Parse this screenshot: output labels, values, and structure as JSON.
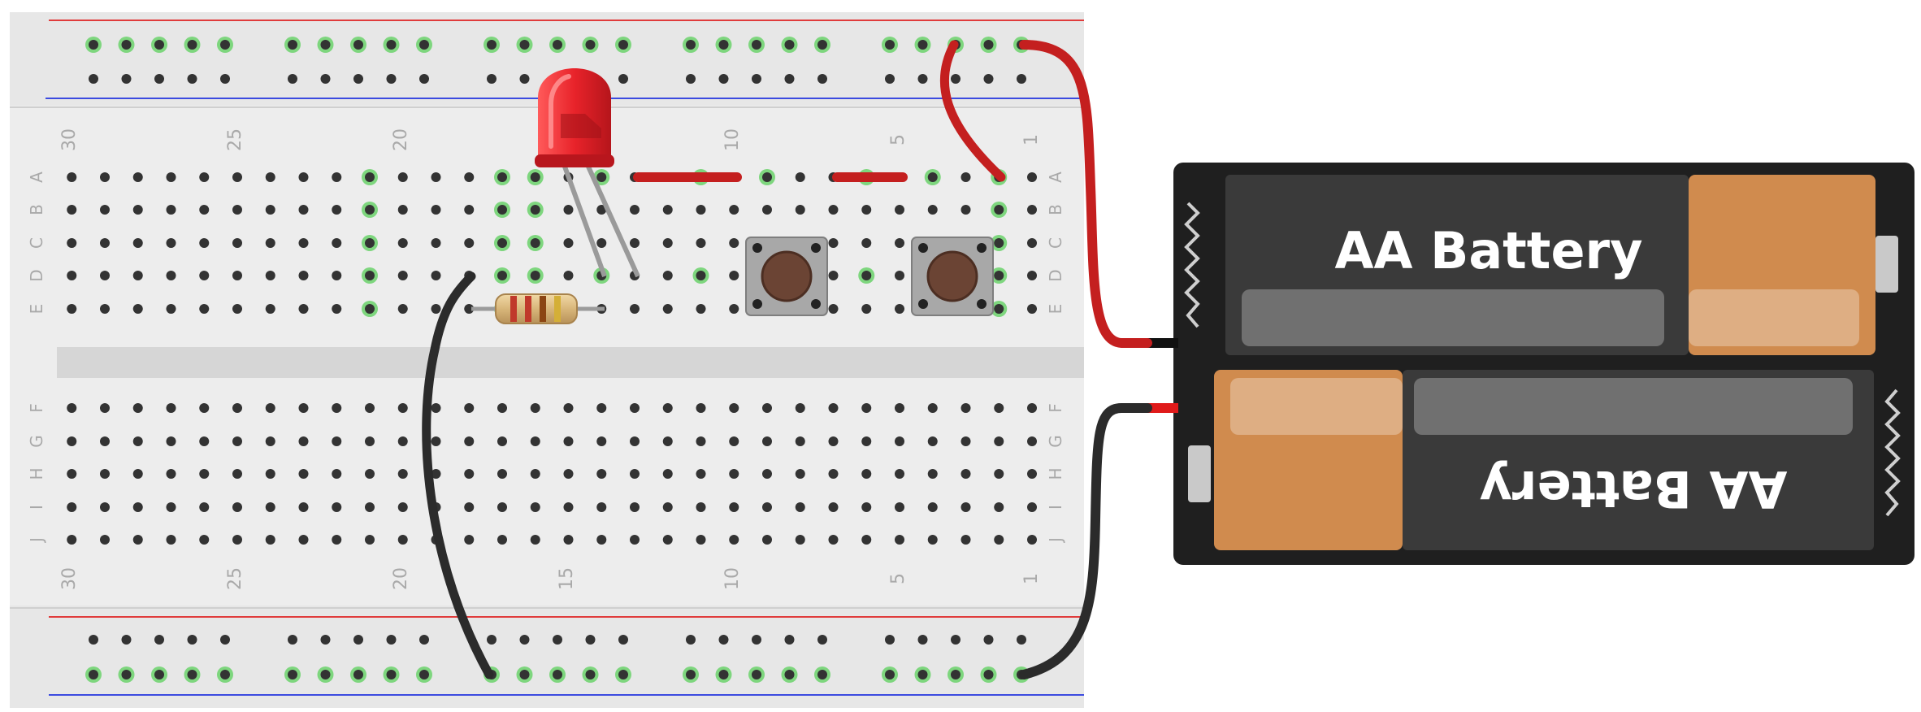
{
  "breadboard": {
    "columns": 30,
    "rows_top": [
      "A",
      "B",
      "C",
      "D",
      "E"
    ],
    "rows_bottom": [
      "F",
      "G",
      "H",
      "I",
      "J"
    ],
    "column_labels": [
      "30",
      "25",
      "20",
      "15",
      "10",
      "5",
      "1"
    ],
    "colors": {
      "board": "#e7e7e7",
      "rail_positive": "#e03c3c",
      "rail_negative": "#3c4be0",
      "hole": "#333333",
      "hole_connected": "#7ed67e"
    }
  },
  "components": {
    "led": {
      "color": "#d9232a",
      "icon": "led-icon"
    },
    "resistor": {
      "icon": "resistor-icon",
      "bands": [
        "#c0392b",
        "#c0392b",
        "#8b4513",
        "#d4af37"
      ]
    },
    "buttons": [
      {
        "icon": "pushbutton-icon"
      },
      {
        "icon": "pushbutton-icon"
      }
    ],
    "wire_colors": {
      "red": "#c41f1f",
      "black": "#2b2b2b"
    }
  },
  "battery_pack": {
    "cells": [
      {
        "label": "AA Battery",
        "orientation": "upright"
      },
      {
        "label": "AA Battery",
        "orientation": "flipped"
      }
    ],
    "colors": {
      "case": "#1f1f1f",
      "cell": "#3a3a3a",
      "copper": "#d08b4e"
    }
  }
}
